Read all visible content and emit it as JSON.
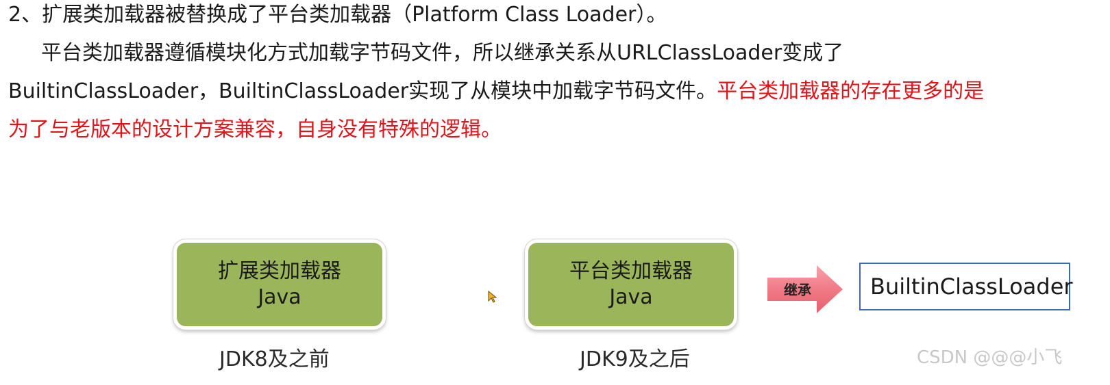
{
  "text": {
    "line1": "2、扩展类加载器被替换成了平台类加载器（Platform Class Loader）。",
    "line2": "平台类加载器遵循模块化方式加载字节码文件，所以继承关系从URLClassLoader变成了",
    "line3_black": "BuiltinClassLoader，BuiltinClassLoader实现了从模块中加载字节码文件。",
    "line3_red": "平台类加载器的存在更多的是",
    "line4_red": "为了与老版本的设计方案兼容，自身没有特殊的逻辑。"
  },
  "diagram": {
    "box_left": {
      "line1": "扩展类加载器",
      "line2": "Java"
    },
    "box_right": {
      "line1": "平台类加载器",
      "line2": "Java"
    },
    "caption_left": "JDK8及之前",
    "caption_right": "JDK9及之后",
    "arrow_label": "继承",
    "loader_box": "BuiltinClassLoader"
  },
  "watermark": "CSDN @@@小飞",
  "colors": {
    "highlight_red": "#e0141a",
    "box_green": "#9bb55a",
    "arrow_pink": "#f07a86",
    "loader_border": "#3c6bb4"
  },
  "icons": {
    "cursor": "mouse-pointer-icon",
    "arrow": "right-arrow-icon"
  }
}
